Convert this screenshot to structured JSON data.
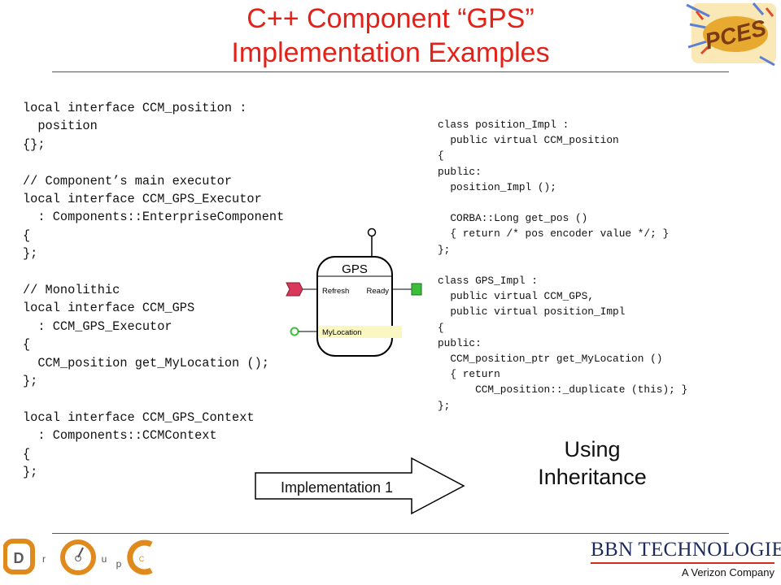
{
  "title": {
    "line1": "C++ Component “GPS”",
    "line2": "Implementation Examples"
  },
  "code_left": [
    "local interface CCM_position :",
    "  position",
    "{};",
    "",
    "// Component’s main executor",
    "local interface CCM_GPS_Executor",
    "  : Components::EnterpriseComponent",
    "{",
    "};",
    "",
    "// Monolithic",
    "local interface CCM_GPS",
    "  : CCM_GPS_Executor",
    "{",
    "  CCM_position get_MyLocation ();",
    "};",
    "",
    "local interface CCM_GPS_Context",
    "  : Components::CCMContext",
    "{",
    "};"
  ],
  "code_right": [
    "class position_Impl :",
    "  public virtual CCM_position",
    "{",
    "public:",
    "  position_Impl ();",
    "",
    "  CORBA::Long get_pos ()",
    "  { return /* pos encoder value */; }",
    "};",
    "",
    "class GPS_Impl :",
    "  public virtual CCM_GPS,",
    "  public virtual position_Impl",
    "{",
    "public:",
    "  CCM_position_ptr get_MyLocation ()",
    "  { return",
    "      CCM_position::_duplicate (this); }",
    "};"
  ],
  "diagram": {
    "component_name": "GPS",
    "sink_label": "Refresh",
    "source_label": "Ready",
    "facet_label": "MyLocation"
  },
  "arrow_label": "Implementation 1",
  "using_label": {
    "line1": "Using",
    "line2": "Inheritance"
  },
  "logos": {
    "pces_text": "PCES",
    "doc_letters": [
      "D",
      "r",
      "O",
      "u",
      "p",
      "C"
    ],
    "bbn_main": "BBN TECHNOLOGIES",
    "bbn_sub": "A Verizon Company"
  },
  "colors": {
    "title": "#e32119",
    "event_sink": "#d9385a",
    "event_source": "#3bbf3b",
    "facet_highlight": "#fbf7c2",
    "bbn_blue": "#1c2a5e",
    "bbn_red": "#d42a1c"
  }
}
